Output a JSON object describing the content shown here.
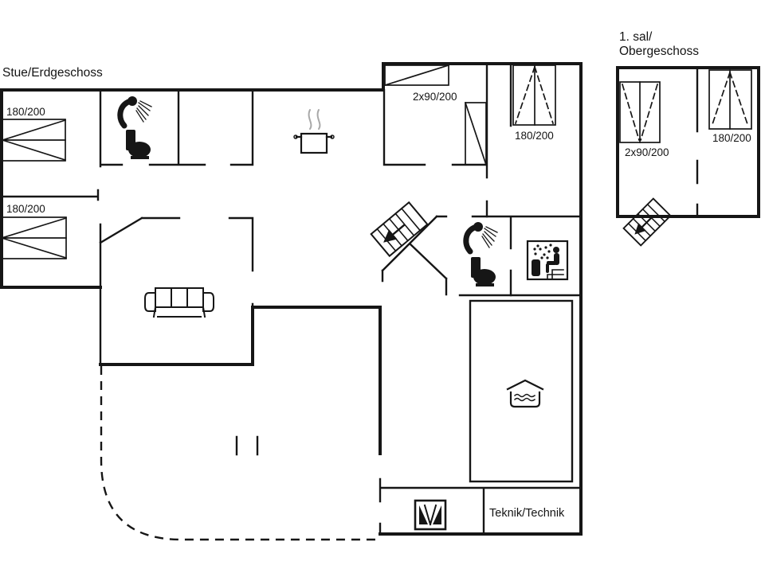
{
  "page": {
    "background": "#ffffff",
    "line_color": "#161616",
    "steam_color": "#a8a8a8"
  },
  "floors": {
    "ground": {
      "title": "Stue/Erdgeschoss"
    },
    "upper": {
      "title_line1": "1. sal/",
      "title_line2": "Obergeschoss"
    }
  },
  "labels": {
    "bed_bedroom1": "180/200",
    "bed_bedroom2": "180/200",
    "bed_main_double": "2x90/200",
    "bed_main_right": "180/200",
    "bed_upper_left": "2x90/200",
    "bed_upper_right": "180/200",
    "technik_room": "Teknik/Technik"
  },
  "icons": [
    "shower-icon",
    "toilet-icon",
    "cooking-pot-icon",
    "sofa-icon",
    "stairs-icon",
    "shower-icon",
    "toilet-icon",
    "sauna-icon",
    "pool-icon",
    "whirlpool-icon",
    "stairs-icon"
  ]
}
